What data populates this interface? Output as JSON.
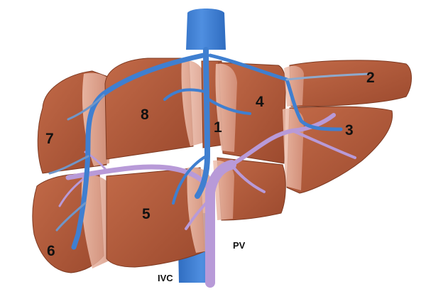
{
  "segments": [
    {
      "label": "1"
    },
    {
      "label": "2"
    },
    {
      "label": "3"
    },
    {
      "label": "4"
    },
    {
      "label": "5"
    },
    {
      "label": "6"
    },
    {
      "label": "7"
    },
    {
      "label": "8"
    }
  ],
  "vessels": {
    "ivc": {
      "label": "IVC"
    },
    "pv": {
      "label": "PV"
    }
  },
  "colors": {
    "liver": "#b35a3a",
    "liver_dark": "#8f4128",
    "liver_cut": "#e4ac97",
    "hepatic_vein": "#3f7fd0",
    "portal_vein": "#b89ad8"
  }
}
